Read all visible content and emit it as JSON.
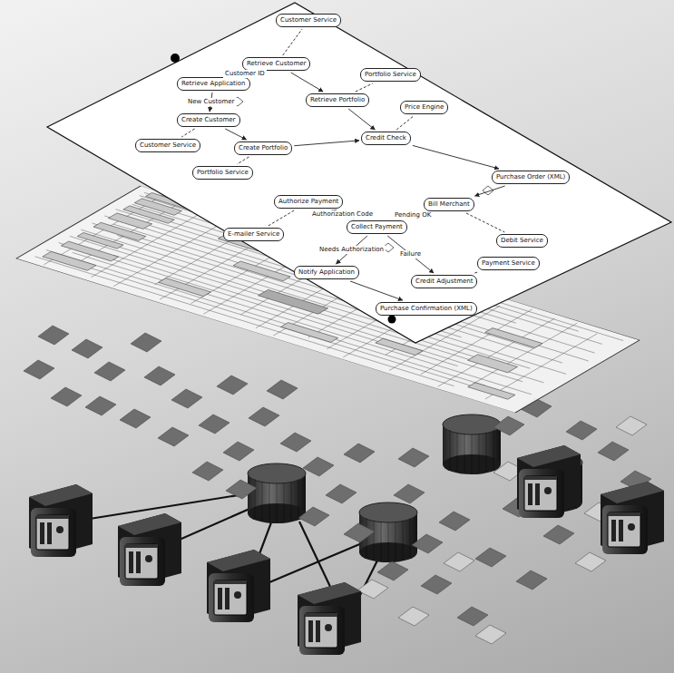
{
  "diagram": {
    "nodes": [
      {
        "text": [
          "Customer Service"
        ]
      },
      {
        "text": [
          "Retrieve Application"
        ]
      },
      {
        "text": [
          "Retrieve Customer"
        ]
      },
      {
        "text": [
          "Portfolio Service"
        ]
      },
      {
        "text": [
          "Retrieve Portfolio"
        ]
      },
      {
        "text": [
          "Price Engine"
        ]
      },
      {
        "text": [
          "Create Customer"
        ]
      },
      {
        "text": [
          "Customer Service"
        ]
      },
      {
        "text": [
          "Create Portfolio"
        ]
      },
      {
        "text": [
          "Portfolio Service"
        ]
      },
      {
        "text": [
          "Credit Check"
        ]
      },
      {
        "text": [
          "Purchase Order (XML)"
        ]
      },
      {
        "text": [
          "Authorize Payment"
        ]
      },
      {
        "text": [
          "E-mailer Service"
        ]
      },
      {
        "text": [
          "Bill Merchant"
        ]
      },
      {
        "text": [
          "Collect Payment"
        ]
      },
      {
        "text": [
          "Debit Service"
        ]
      },
      {
        "text": [
          "Notify Application"
        ]
      },
      {
        "text": [
          "Payment Service"
        ]
      },
      {
        "text": [
          "Credit Adjustment"
        ]
      },
      {
        "text": [
          "Purchase Confirmation (XML)"
        ]
      }
    ],
    "edges": [
      {
        "from": 1,
        "to": 2,
        "label": "Customer ID",
        "arrow": "to"
      },
      {
        "from": 2,
        "to": 0,
        "arrow": "none"
      },
      {
        "from": 2,
        "to": 4,
        "arrow": "to"
      },
      {
        "from": 4,
        "to": 3,
        "arrow": "none"
      },
      {
        "from": 4,
        "to": 10,
        "arrow": "to"
      },
      {
        "from": 10,
        "to": 5,
        "arrow": "none"
      },
      {
        "from": 1,
        "to": 6,
        "label": "New Customer",
        "arrow": "to"
      },
      {
        "from": 6,
        "to": 7,
        "arrow": "none"
      },
      {
        "from": 6,
        "to": 8,
        "arrow": "to"
      },
      {
        "from": 8,
        "to": 9,
        "arrow": "none"
      },
      {
        "from": 8,
        "to": 10,
        "arrow": "to"
      },
      {
        "from": 10,
        "to": 11,
        "arrow": "to"
      },
      {
        "from": 11,
        "to": 14,
        "arrow": "to"
      },
      {
        "from": 14,
        "to": 15,
        "label": "Pending OK",
        "arrow": "to"
      },
      {
        "from": 15,
        "to": 12,
        "label": "Authorization Code",
        "arrow": "to"
      },
      {
        "from": 12,
        "to": 13,
        "arrow": "none"
      },
      {
        "from": 14,
        "to": 16,
        "arrow": "none"
      },
      {
        "from": 15,
        "to": 17,
        "label": "Needs Authorization",
        "arrow": "to"
      },
      {
        "from": 15,
        "to": 19,
        "label": "Failure",
        "arrow": "to"
      },
      {
        "from": 19,
        "to": 18,
        "arrow": "none"
      },
      {
        "from": 17,
        "to": 20,
        "arrow": "to"
      }
    ]
  }
}
